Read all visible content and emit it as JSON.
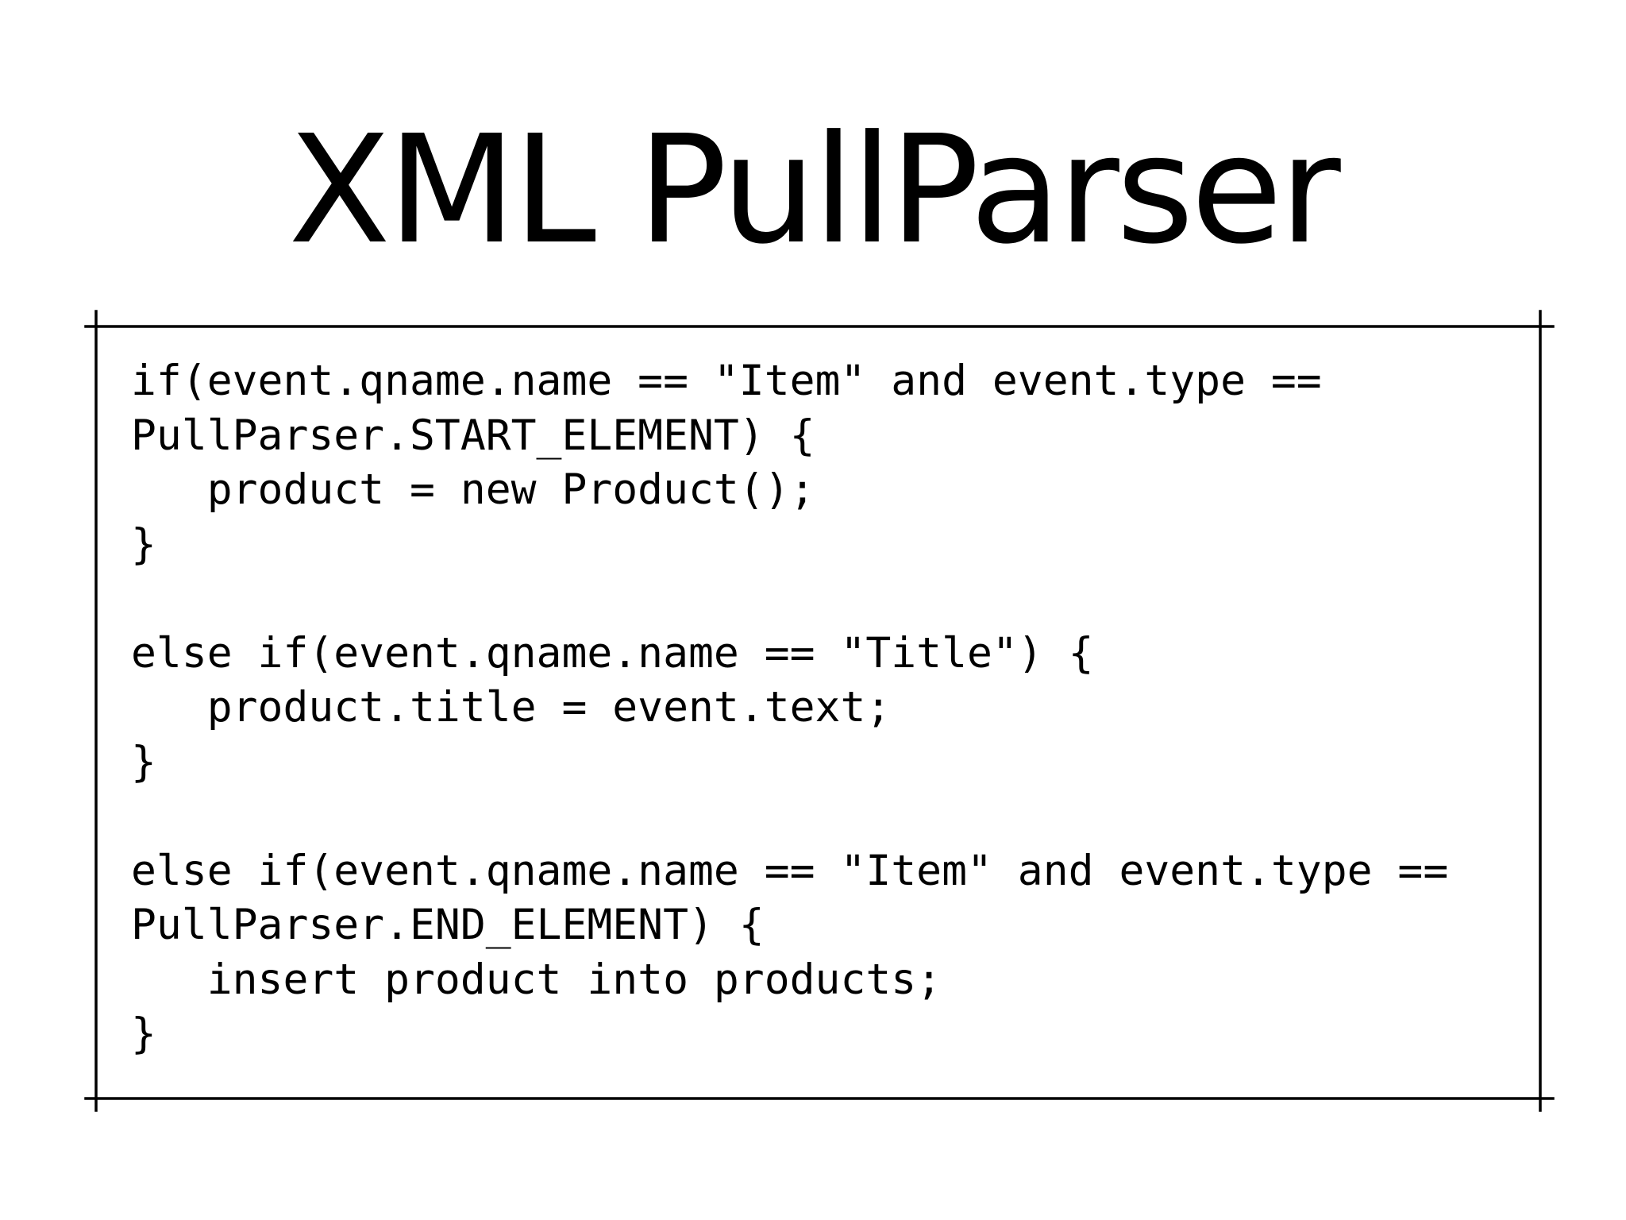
{
  "slide": {
    "title": "XML PullParser",
    "code_lines": [
      "if(event.qname.name == \"Item\" and event.type ==",
      "PullParser.START_ELEMENT) {",
      "   product = new Product();",
      "}",
      "",
      "else if(event.qname.name == \"Title\") {",
      "   product.title = event.text;",
      "}",
      "",
      "else if(event.qname.name == \"Item\" and event.type ==",
      "PullParser.END_ELEMENT) {",
      "   insert product into products;",
      "}"
    ]
  },
  "colors": {
    "background": "#ffffff",
    "text": "#000000",
    "frame": "#000000"
  }
}
